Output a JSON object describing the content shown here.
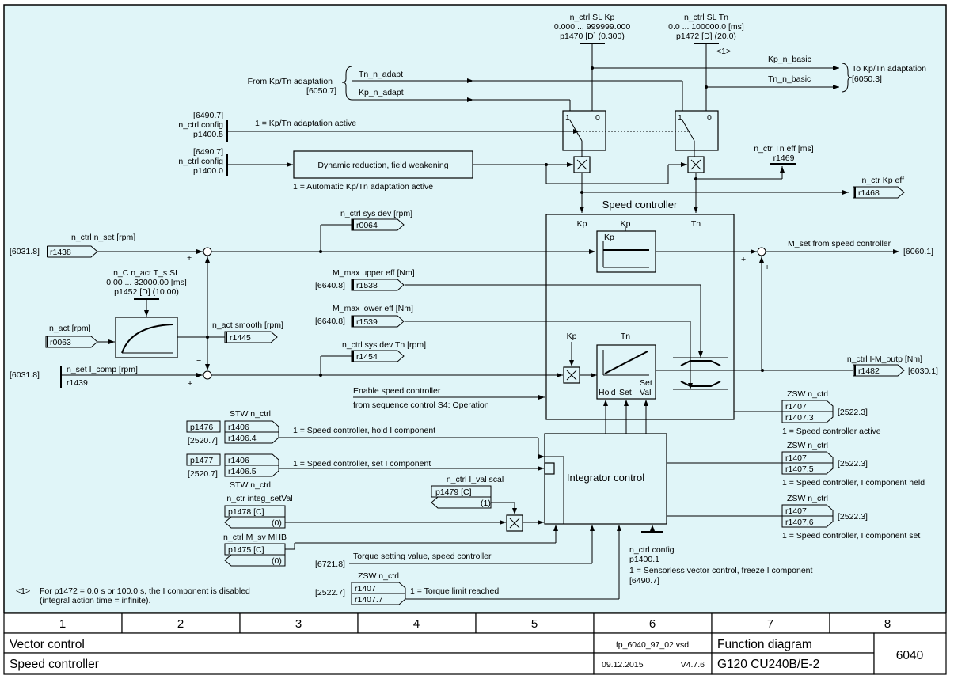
{
  "inputs": {
    "kp_adapt": {
      "from_label": "From Kp/Tn adaptation",
      "from_ref": "[6050.7]",
      "tn_adapt": "Tn_n_adapt",
      "kp_adapt": "Kp_n_adapt"
    },
    "config_5": {
      "ref": "[6490.7]",
      "name": "n_ctrl config",
      "param": "p1400.5",
      "text": "1 = Kp/Tn adaptation active"
    },
    "config_0": {
      "ref": "[6490.7]",
      "name": "n_ctrl config",
      "param": "p1400.0",
      "block": "Dynamic reduction, field weakening",
      "text": "1 = Automatic Kp/Tn adaptation active"
    },
    "n_set": {
      "ref": "[6031.8]",
      "name": "n_ctrl n_set [rpm]",
      "param": "r1438"
    },
    "t_filter": {
      "name": "n_C n_act T_s SL",
      "range": "0.00 ... 32000.00  [ms]",
      "param": "p1452 [D] (10.00)"
    },
    "n_act": {
      "name": "n_act [rpm]",
      "param": "r0063",
      "smooth_name": "n_act smooth [rpm]",
      "smooth_param": "r1445"
    },
    "n_set_comp": {
      "ref": "[6031.8]",
      "name": "n_set I_comp [rpm]",
      "param": "r1439"
    },
    "sys_dev": {
      "name": "n_ctrl sys dev [rpm]",
      "param": "r0064"
    },
    "sys_dev_tn": {
      "name": "n_ctrl sys dev Tn [rpm]",
      "param": "r1454"
    },
    "m_upper": {
      "ref": "[6640.8]",
      "name": "M_max upper eff [Nm]",
      "param": "r1538"
    },
    "m_lower": {
      "ref": "[6640.8]",
      "name": "M_max lower eff [Nm]",
      "param": "r1539"
    },
    "enable": {
      "line1": "Enable speed controller",
      "line2": "from sequence control S4: Operation"
    },
    "hold": {
      "param": "p1476",
      "stw": "STW n_ctrl",
      "r": "r1406",
      "bit": "r1406.4",
      "ref": "[2520.7]",
      "text": "1 = Speed controller, hold I component"
    },
    "set": {
      "param": "p1477",
      "stw": "STW n_ctrl",
      "r": "r1406",
      "bit": "r1406.5",
      "ref": "[2520.7]",
      "text": "1 = Speed controller, set I component"
    },
    "ival_scal": {
      "name": "n_ctrl I_val scal",
      "param": "p1479 [C]",
      "value": "(1)"
    },
    "integ_setval": {
      "name": "n_ctr integ_setVal",
      "param": "p1478 [C]",
      "value": "(0)"
    },
    "msv_mhb": {
      "name": "n_ctrl M_sv MHB",
      "param": "p1475 [C]",
      "value": "(0)"
    },
    "torque_set": {
      "ref": "[6721.8]",
      "text": "Torque setting value, speed controller"
    },
    "torque_limit": {
      "ref": "[2522.7]",
      "name": "ZSW n_ctrl",
      "r": "r1407",
      "bit": "r1407.7",
      "text": "1 = Torque limit reached"
    },
    "sensorless": {
      "name": "n_ctrl config",
      "param": "p1400.1",
      "text": "1 = Sensorless vector control, freeze I component",
      "ref": "[6490.7]"
    }
  },
  "params_top": {
    "kp": {
      "name": "n_ctrl SL Kp",
      "range": "0.000 ... 999999.000",
      "param": "p1470 [D] (0.300)"
    },
    "tn": {
      "name": "n_ctrl SL Tn",
      "range": "0.0 ... 100000.0  [ms]",
      "param": "p1472 [D] (20.0)",
      "note_ref": "<1>"
    }
  },
  "switch": {
    "one": "1",
    "zero": "0"
  },
  "blocks": {
    "speed_ctrl": {
      "title": "Speed controller",
      "kp": "Kp",
      "kp2": "Kp",
      "tn": "Tn",
      "kp_inner": "Kp",
      "tn_inner": "Tn",
      "kp_block": "Kp",
      "hold": "Hold",
      "set": "Set",
      "set_val_1": "Set",
      "set_val_2": "Val"
    },
    "integrator": {
      "title": "Integrator control"
    }
  },
  "outputs": {
    "to_adapt": {
      "kp_basic": "Kp_n_basic",
      "tn_basic": "Tn_n_basic",
      "to_label": "To Kp/Tn adaptation",
      "to_ref": "[6050.3]"
    },
    "tn_eff": {
      "name": "n_ctr Tn eff [ms]",
      "param": "r1469"
    },
    "kp_eff": {
      "name": "n_ctr Kp eff",
      "param": "r1468"
    },
    "m_set": {
      "text": "M_set from speed controller",
      "ref": "[6060.1]"
    },
    "i_m_outp": {
      "name": "n_ctrl I-M_outp [Nm]",
      "param": "r1482",
      "ref": "[6030.1]"
    },
    "zsw_active": {
      "name": "ZSW n_ctrl",
      "r": "r1407",
      "bit": "r1407.3",
      "ref": "[2522.3]",
      "text": "1 = Speed controller active"
    },
    "zsw_held": {
      "name": "ZSW n_ctrl",
      "r": "r1407",
      "bit": "r1407.5",
      "ref": "[2522.3]",
      "text": "1 = Speed controller, I component held"
    },
    "zsw_set": {
      "name": "ZSW n_ctrl",
      "r": "r1407",
      "bit": "r1407.6",
      "ref": "[2522.3]",
      "text": "1 = Speed controller, I component set"
    }
  },
  "note": {
    "ref": "<1>",
    "line1": "For p1472 = 0.0 s or 100.0 s, the I component is disabled",
    "line2": "(integral action time = infinite)."
  },
  "footer": {
    "columns": [
      "1",
      "2",
      "3",
      "4",
      "5",
      "6",
      "7",
      "8"
    ],
    "title1": "Vector control",
    "title2": "Speed controller",
    "file": "fp_6040_97_02.vsd",
    "date": "09.12.2015",
    "version": "V4.7.6",
    "type1": "Function diagram",
    "type2": "G120 CU240B/E-2",
    "number": "6040"
  },
  "signs": {
    "plus": "+",
    "minus": "−"
  }
}
